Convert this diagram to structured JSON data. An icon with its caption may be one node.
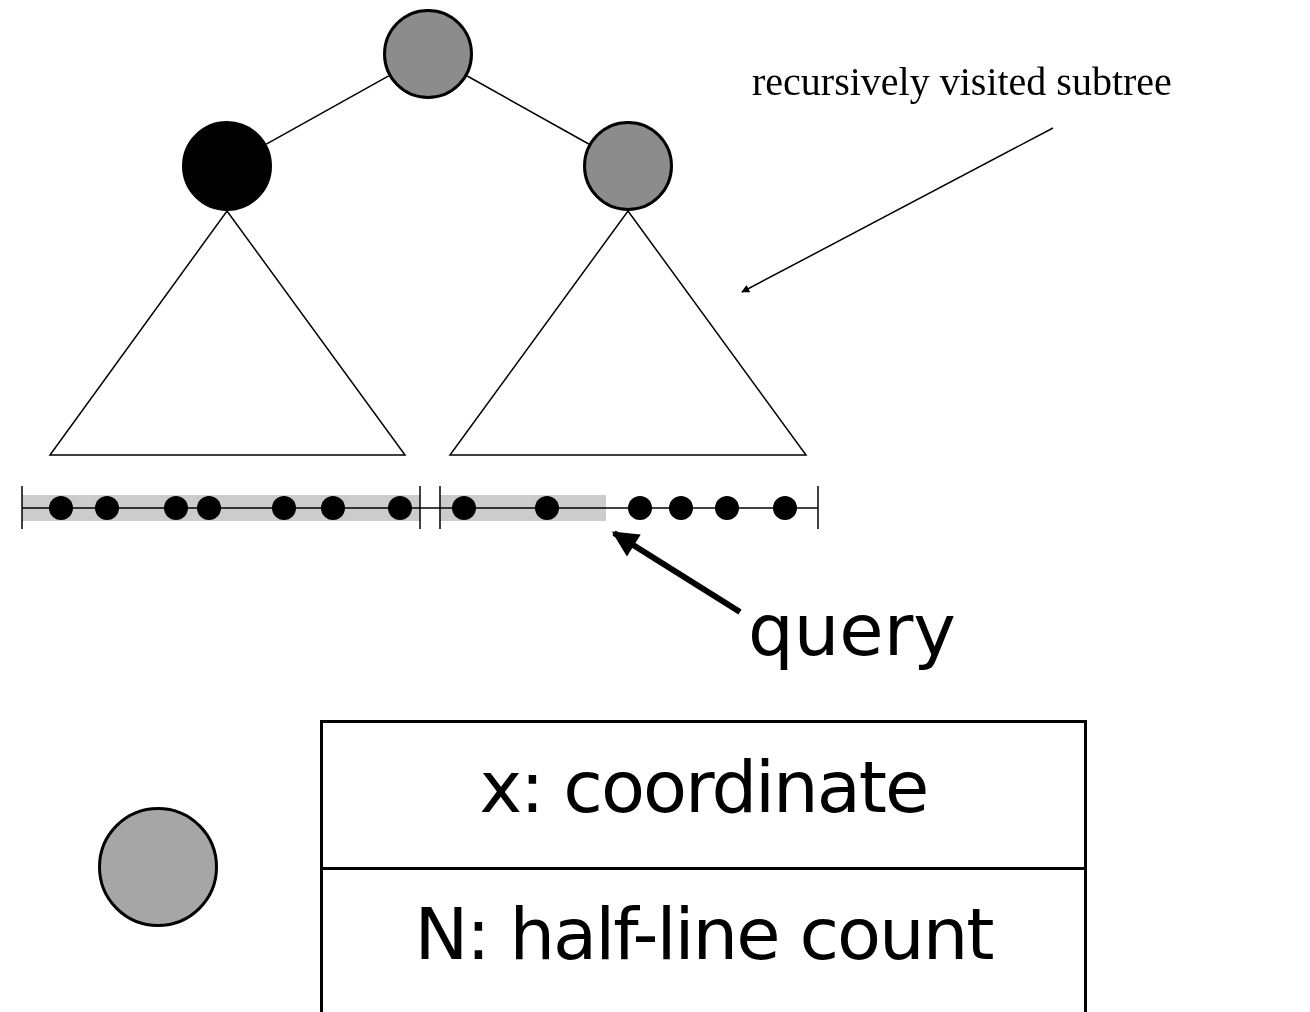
{
  "diagram": {
    "nodes": [
      {
        "text": [],
        "shape": "circle"
      },
      {
        "text": [],
        "shape": "circle"
      },
      {
        "text": [],
        "shape": "circle"
      },
      {
        "text": [],
        "shape": "triangle"
      },
      {
        "text": [],
        "shape": "triangle"
      },
      {
        "text": [
          "recursively visited subtree"
        ]
      },
      {
        "text": [
          "query"
        ]
      },
      {
        "text": [],
        "shape": "circle"
      },
      {
        "text": [
          "x: coordinate",
          "N: half-line count"
        ]
      }
    ],
    "edges": [
      {
        "from": 0,
        "to": 1,
        "arrow": "none"
      },
      {
        "from": 0,
        "to": 2,
        "arrow": "none"
      },
      {
        "from": 5,
        "to": 4,
        "arrow": "to"
      },
      {
        "from": 6,
        "to": null,
        "arrow": "to",
        "style": "thick"
      }
    ]
  }
}
